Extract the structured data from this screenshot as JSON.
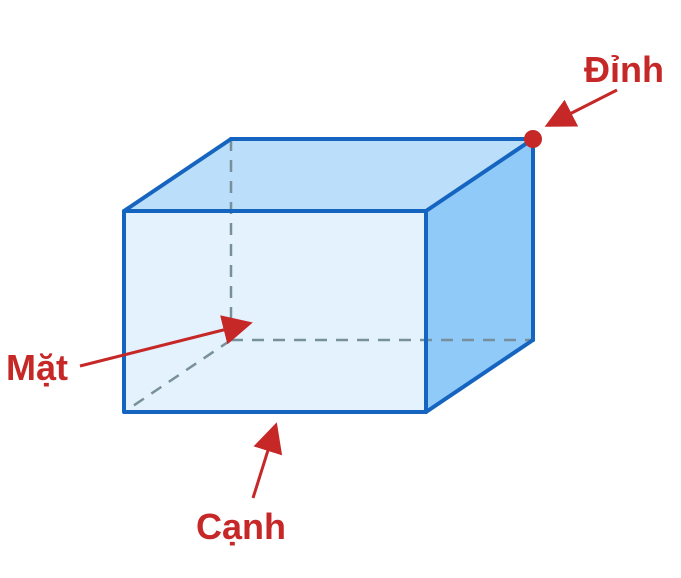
{
  "labels": {
    "vertex": "Đỉnh",
    "face": "Mặt",
    "edge": "Cạnh"
  },
  "colors": {
    "label": "#c62828",
    "arrow": "#c62828",
    "edge_stroke": "#1565c0",
    "hidden_edge": "#78909c",
    "front_face": "#e3f2fd",
    "top_face": "#bbdefb",
    "side_face": "#90caf9"
  }
}
